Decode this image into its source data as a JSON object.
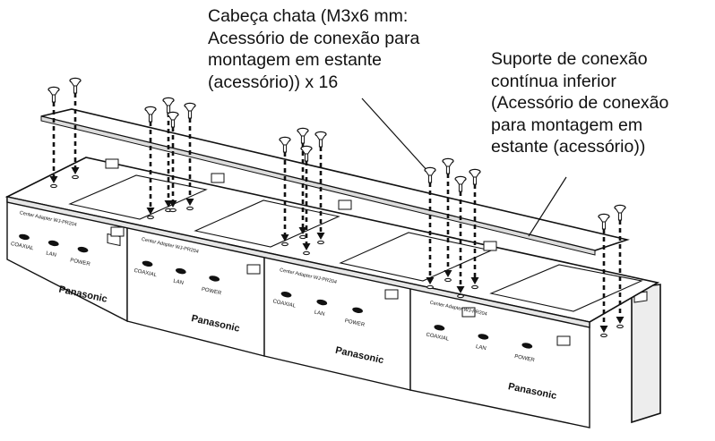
{
  "callouts": {
    "screws": {
      "lines": [
        "Cabeça chata (M3x6 mm:",
        "Acessório de conexão para",
        "montagem em estante",
        "(acessório)) x 16"
      ]
    },
    "bracket": {
      "lines": [
        "Suporte de conexão",
        "contínua inferior",
        "(Acessório de conexão",
        "para montagem em",
        "estante (acessório))"
      ]
    }
  },
  "units": [
    {
      "brand": "Panasonic",
      "model": "Center Adapter  WJ-PR204",
      "ports": [
        "COAXIAL",
        "LAN",
        "POWER"
      ]
    },
    {
      "brand": "Panasonic",
      "model": "Center Adapter  WJ-PR204",
      "ports": [
        "COAXIAL",
        "LAN",
        "POWER"
      ]
    },
    {
      "brand": "Panasonic",
      "model": "Center Adapter  WJ-PR204",
      "ports": [
        "COAXIAL",
        "LAN",
        "POWER"
      ]
    },
    {
      "brand": "Panasonic",
      "model": "Center Adapter  WJ-PR204",
      "ports": [
        "COAXIAL",
        "LAN",
        "POWER"
      ]
    }
  ],
  "colors": {
    "line": "#111111",
    "fill": "#ffffff",
    "shade": "#d8d8d8"
  }
}
